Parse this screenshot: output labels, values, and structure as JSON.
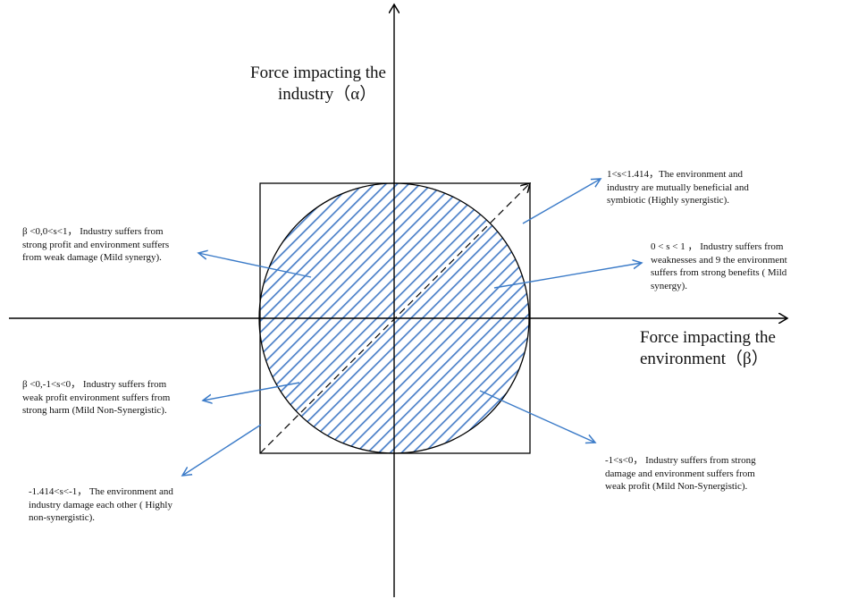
{
  "axes": {
    "vertical_title_line1": "Force impacting the",
    "vertical_title_line2": "industry（α）",
    "horizontal_title_line1": "Force impacting the",
    "horizontal_title_line2": "environment（β）"
  },
  "annotations": {
    "top_right": [
      "1<s<1.414，The environment and",
      "industry are mutually beneficial and",
      "symbiotic (Highly synergistic)."
    ],
    "top_left": [
      "β <0,0<s<1， Industry suffers from",
      "strong profit and environment suffers",
      "from weak damage (Mild synergy)."
    ],
    "right_middle": [
      "0 < s < 1 ， Industry suffers from",
      "weaknesses and 9 the environment",
      "suffers from strong benefits ( Mild",
      "synergy)."
    ],
    "left_middle": [
      "β <0,-1<s<0， Industry suffers from",
      "weak profit environment suffers from",
      "strong harm (Mild Non-Synergistic)."
    ],
    "bottom_right": [
      "-1<s<0， Industry suffers from strong",
      "damage and environment suffers from",
      "weak profit (Mild Non-Synergistic)."
    ],
    "bottom_left": [
      "-1.414<s<-1， The environment and",
      "industry damage each other ( Highly",
      "non-synergistic)."
    ]
  },
  "colors": {
    "axis": "#000000",
    "hatch": "#4a7fc8",
    "arrow": "#3b7bc8",
    "text": "#111111"
  }
}
